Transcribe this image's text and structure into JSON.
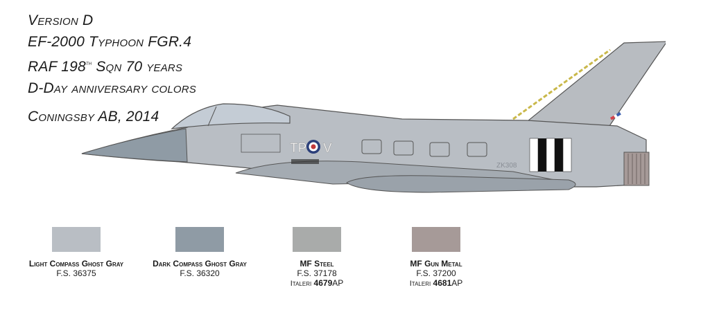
{
  "version": {
    "line1": "Version D",
    "line2": "EF-2000 Typhoon FGR.4",
    "line3_pre": "RAF 198",
    "line3_sup": "th",
    "line3_post": " Sqn 70 years",
    "line4": "D-Day anniversary colors",
    "line5": "Coningsby AB, 2014"
  },
  "aircraft": {
    "fuselage_code": "TP",
    "roundel_letter": "V",
    "serial": "ZK308",
    "fin_flash_colors": [
      "#d4424a",
      "#ffffff",
      "#3a5fb0"
    ]
  },
  "swatches": [
    {
      "name": "Light Compass Ghost Gray",
      "fs": "F.S. 36375",
      "color": "#b9bec4"
    },
    {
      "name": "Dark Compass Ghost Gray",
      "fs": "F.S. 36320",
      "color": "#8f9ba5"
    },
    {
      "name": "MF Steel",
      "fs": "F.S. 37178",
      "color": "#a9abaa",
      "italeri_brand": "Italeri",
      "italeri_code": "4679",
      "italeri_suffix": "AP"
    },
    {
      "name": "MF Gun Metal",
      "fs": "F.S. 37200",
      "color": "#a69a98",
      "italeri_brand": "Italeri",
      "italeri_code": "4681",
      "italeri_suffix": "AP"
    }
  ]
}
